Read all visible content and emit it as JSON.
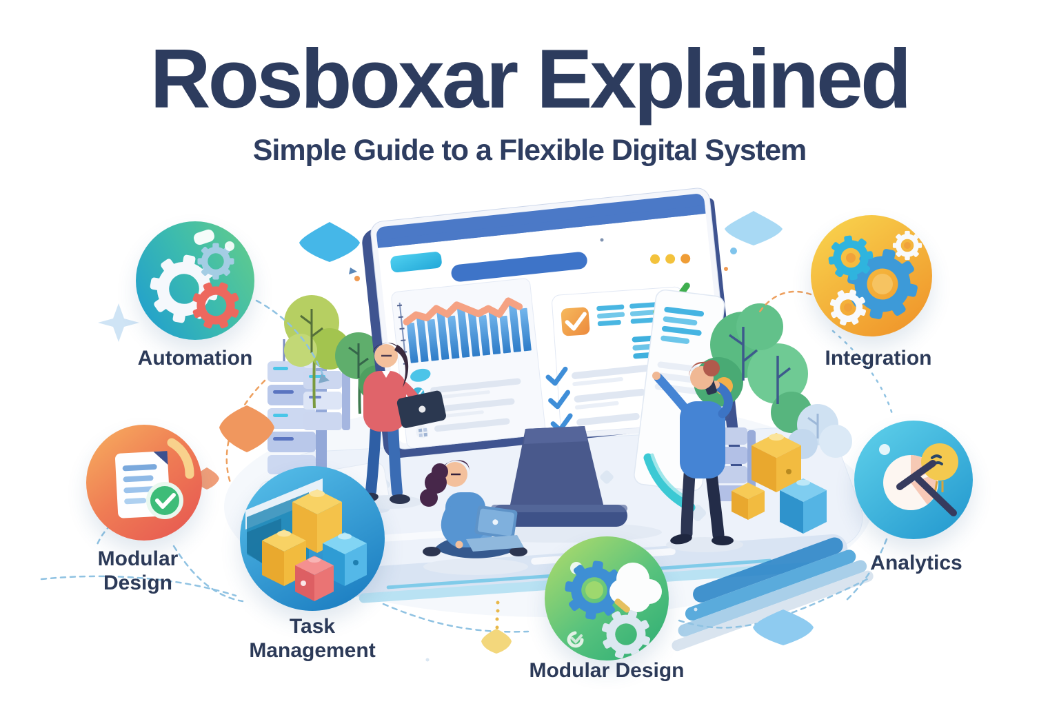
{
  "title": "Rosboxar Explained",
  "subtitle": "Simple Guide to a Flexible Digital System",
  "features": [
    {
      "id": "automation",
      "label": "Automation",
      "icon": "gears-icon",
      "badge_colors": [
        "#22a0cd",
        "#5fca8e"
      ]
    },
    {
      "id": "integration",
      "label": "Integration",
      "icon": "gears-icon",
      "badge_colors": [
        "#f8d14c",
        "#f0982c"
      ]
    },
    {
      "id": "modular-design-left",
      "label": "Modular Design",
      "icon": "document-check-icon",
      "badge_colors": [
        "#f6aa5e",
        "#e75a52"
      ]
    },
    {
      "id": "task-management",
      "label": "Task Management",
      "icon": "building-blocks-icon",
      "badge_colors": [
        "#55bde8",
        "#1d7fc2"
      ]
    },
    {
      "id": "modular-design-center",
      "label": "Modular Design",
      "icon": "gears-cloud-icon",
      "badge_colors": [
        "#abda6c",
        "#2fae74"
      ]
    },
    {
      "id": "analytics",
      "label": "Analytics",
      "icon": "pie-chart-magnifier-icon",
      "badge_colors": [
        "#5acce8",
        "#2a9fd2"
      ]
    }
  ],
  "illustration": {
    "description": "Isometric scene: large monitor with dashboard (chart, checklists, checkmarks), woman holding laptop, seated person with laptop, man editing a panel, servers, plants, building blocks, dashed connectors and diamond accents",
    "colors": {
      "title_text": "#2d3c5e",
      "label_text": "#2c3a58",
      "background": "#ffffff",
      "monitor_frame": "#3f5490",
      "screen_header": "#4b79c7",
      "chart_bar": "#2e7cc8",
      "chart_wave": "#f5a283",
      "accent_cyan": "#45c8ec",
      "accent_green_check": "#3fae4e",
      "accent_orange": "#f09a4b"
    }
  }
}
